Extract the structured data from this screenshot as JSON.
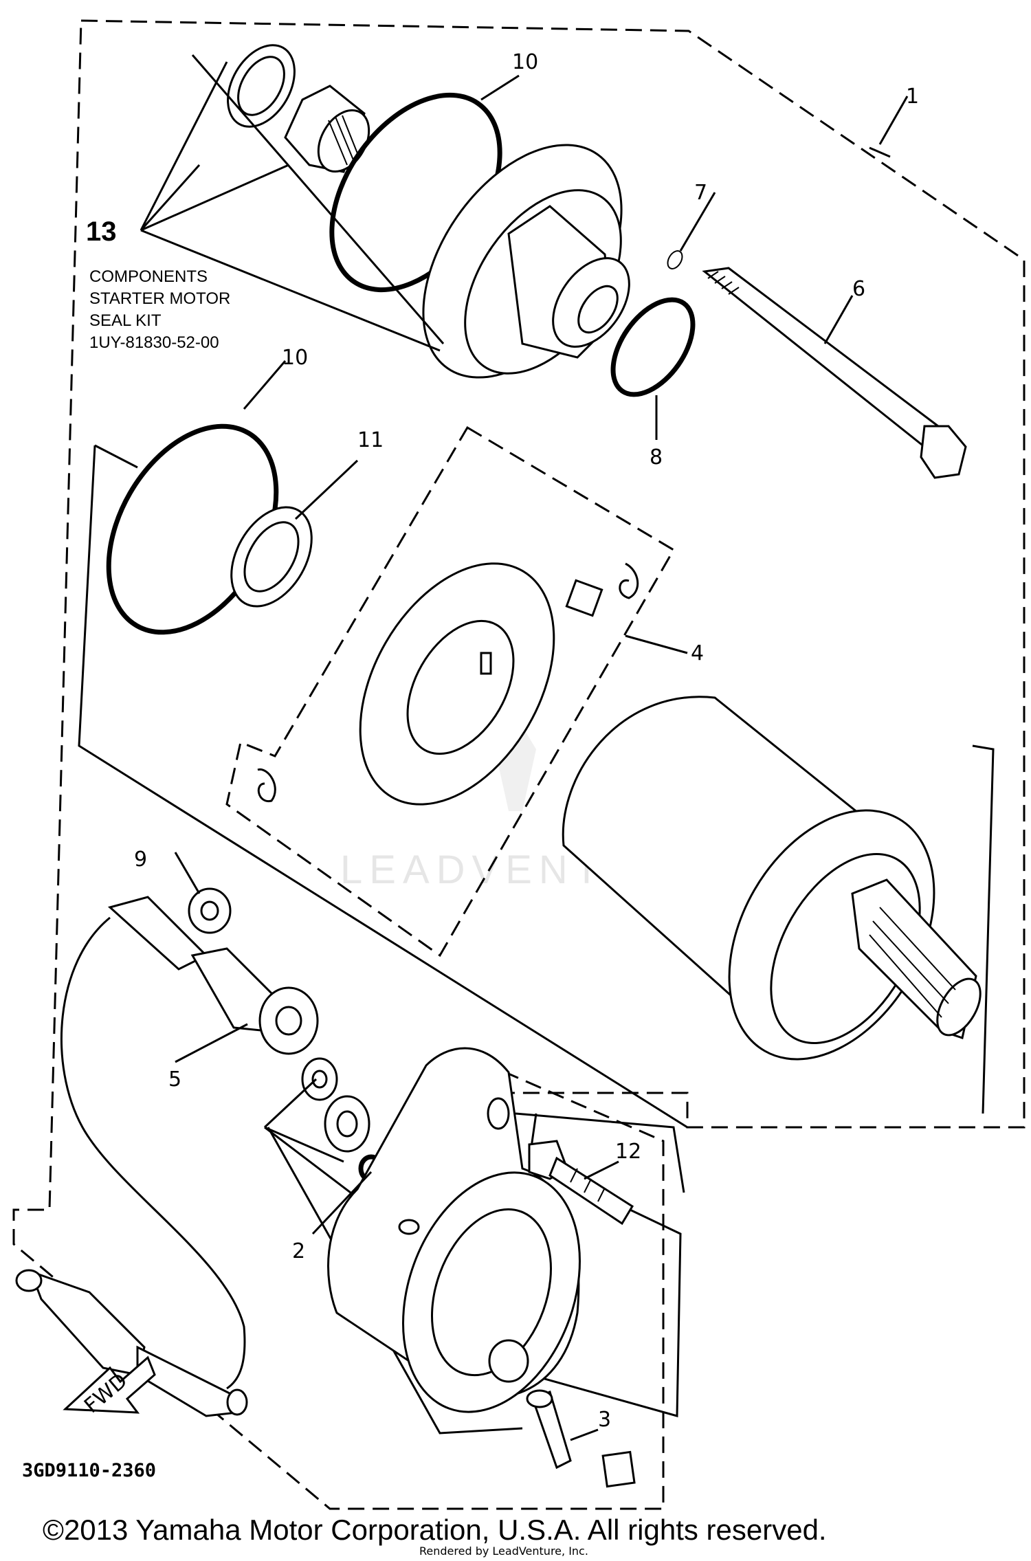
{
  "diagram_code": "3GD9110-2360",
  "kit_note": [
    "COMPONENTS",
    "STARTER MOTOR",
    "SEAL KIT",
    "1UY-81830-52-00"
  ],
  "callouts": {
    "c1": "1",
    "c2": "2",
    "c3": "3",
    "c4": "4",
    "c5": "5",
    "c6": "6",
    "c7": "7",
    "c8": "8",
    "c9": "9",
    "c10a": "10",
    "c10b": "10",
    "c11": "11",
    "c12": "12",
    "c13": "13"
  },
  "fwd_label": "FWD",
  "watermark": "LEADVENTURE",
  "copyright": "©2013 Yamaha Motor Corporation, U.S.A. All rights reserved.",
  "rendered_by": "Rendered by LeadVenture, Inc."
}
